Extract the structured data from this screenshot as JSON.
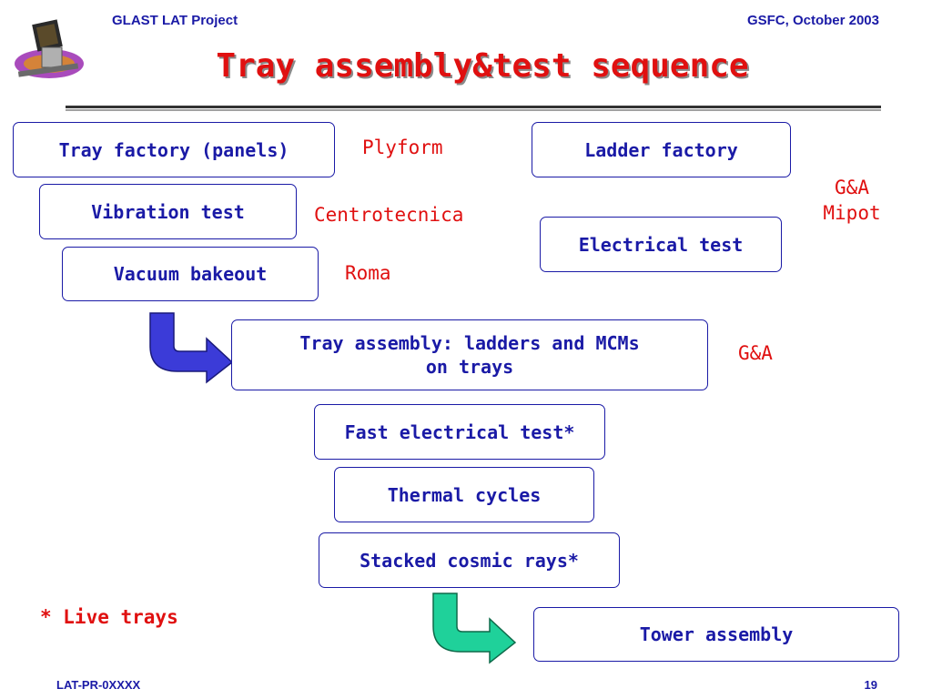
{
  "header": {
    "project": "GLAST LAT Project",
    "event": "GSFC, October 2003"
  },
  "slide": {
    "title": "Tray assembly&test sequence"
  },
  "steps": {
    "tray_factory": "Tray factory (panels)",
    "vibration_test": "Vibration test",
    "vacuum_bakeout": "Vacuum bakeout",
    "ladder_factory": "Ladder factory",
    "electrical_test": "Electrical test",
    "tray_assembly_line1": "Tray assembly: ladders and MCMs",
    "tray_assembly_line2": "on trays",
    "fast_electrical_test": "Fast electrical test*",
    "thermal_cycles": "Thermal cycles",
    "stacked_cosmic_rays": "Stacked cosmic rays*",
    "tower_assembly": "Tower assembly"
  },
  "vendors": {
    "plyform": "Plyform",
    "centrotecnica": "Centrotecnica",
    "roma": "Roma",
    "ga_mipot_line1": "G&A",
    "ga_mipot_line2": "Mipot",
    "ga": "G&A"
  },
  "notes": {
    "live_trays": "* Live trays"
  },
  "footer": {
    "doc_id": "LAT-PR-0XXXX",
    "page_number": "19"
  },
  "colors": {
    "heading_blue": "#1a1aa6",
    "title_red": "#e01010",
    "arrow_blue": "#3b3bd8",
    "arrow_green": "#1fd19a"
  }
}
